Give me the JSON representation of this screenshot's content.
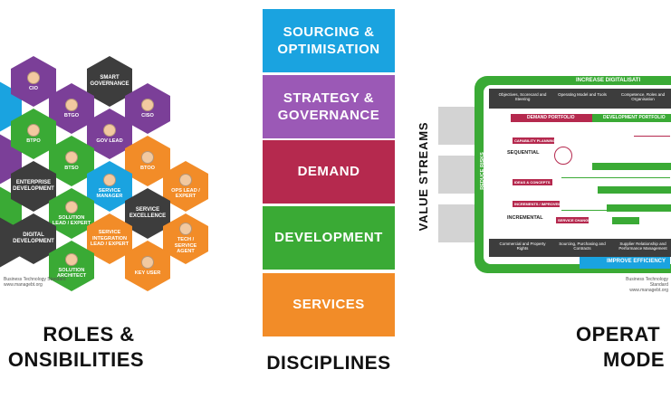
{
  "roles": {
    "title_line1": "ROLES &",
    "title_line2": "ONSIBILITIES",
    "hexes": [
      {
        "label": "CIO",
        "color": "#7b3f98"
      },
      {
        "label": "SMART GOVERNANCE",
        "color": "#3d3d3d"
      },
      {
        "label": "BTGO",
        "color": "#7b3f98"
      },
      {
        "label": "CISO",
        "color": "#7b3f98"
      },
      {
        "label": "BTPO",
        "color": "#3aaa35"
      },
      {
        "label": "GOV LEAD",
        "color": "#7b3f98"
      },
      {
        "label": "BTSO",
        "color": "#3aaa35"
      },
      {
        "label": "BTOO",
        "color": "#f28c28"
      },
      {
        "label": "ENTERPRISE DEVELOPMENT",
        "color": "#3d3d3d"
      },
      {
        "label": "SERVICE MANAGER",
        "color": "#1aa3e0"
      },
      {
        "label": "OPS LEAD / EXPERT",
        "color": "#f28c28"
      },
      {
        "label": "SOLUTION LEAD / EXPERT",
        "color": "#3aaa35"
      },
      {
        "label": "SERVICE EXCELLENCE",
        "color": "#3d3d3d"
      },
      {
        "label": "DIGITAL DEVELOPMENT",
        "color": "#3d3d3d"
      },
      {
        "label": "SERVICE INTEGRATION LEAD / EXPERT",
        "color": "#f28c28"
      },
      {
        "label": "TECH / SERVICE AGENT",
        "color": "#f28c28"
      },
      {
        "label": "SOLUTION ARCHITECT",
        "color": "#3aaa35"
      },
      {
        "label": "KEY USER",
        "color": "#f28c28"
      }
    ],
    "footer_line1": "Business Technology Standard",
    "footer_line2": "www.managebt.org"
  },
  "disciplines": {
    "title": "DISCIPLINES",
    "items": [
      {
        "label": "SOURCING &\nOPTIMISATION",
        "color": "#1aa3e0"
      },
      {
        "label": "STRATEGY &\nGOVERNANCE",
        "color": "#9b59b6"
      },
      {
        "label": "DEMAND",
        "color": "#b5294e"
      },
      {
        "label": "DEVELOPMENT",
        "color": "#3aaa35"
      },
      {
        "label": "SERVICES",
        "color": "#f28c28"
      }
    ]
  },
  "operating_model": {
    "title_line1": "OPERAT",
    "title_line2": "MODE",
    "value_streams": "VALUE STREAMS",
    "increase_digitalisation": "INCREASE DIGITALISATI",
    "improve_efficiency": "IMPROVE EFFICIENCY",
    "reduce_risks": "REDUCE RISKS",
    "top_items": [
      "Objectives, Scorecard and Steering",
      "Operating Model and Tools",
      "Competence, Roles and Organisation"
    ],
    "bottom_items": [
      "Commercial and Property Rights",
      "Sourcing, Purchasing and Contracts",
      "Supplier Relationship and Performance Management"
    ],
    "demand_portfolio": "DEMAND PORTFOLIO",
    "development_portfolio": "DEVELOPMENT PORTFOLIO",
    "sequential": "SEQUENTIAL",
    "incremental": "INCREMENTAL",
    "capability_planning": "CAPABILITY PLANNING",
    "ideas_concepts": "IDEAS & CONCEPTS",
    "increments": "INCREMENTS / IMPROVEMENTS",
    "service_changes": "SERVICE CHANGES",
    "footer_line1": "Business Technology Standard",
    "footer_line2": "www.managebt.org"
  },
  "colors": {
    "green": "#3aaa35",
    "purple": "#7b3f98",
    "orange": "#f28c28",
    "blue": "#1aa3e0",
    "dark": "#3d3d3d",
    "magenta": "#b5294e"
  }
}
